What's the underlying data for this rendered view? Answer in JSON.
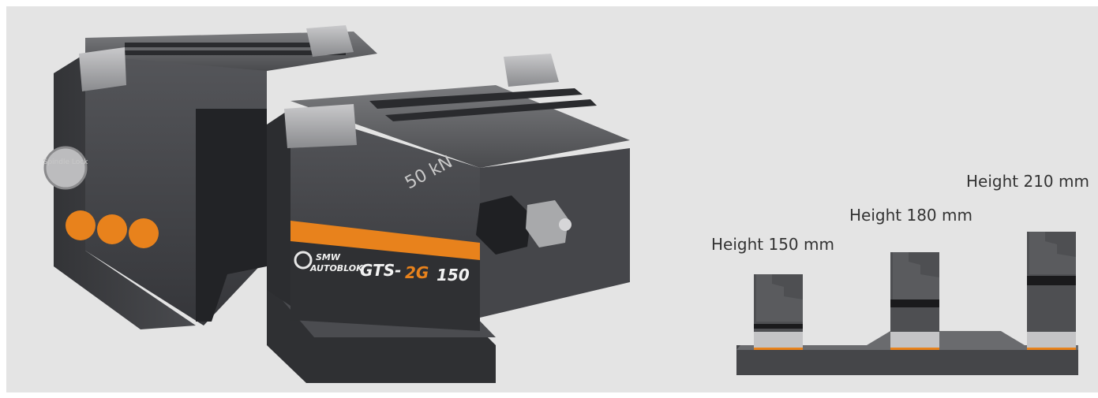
{
  "vise": {
    "force_marking": "50 kN",
    "spindle_lock_label": "Spindle Lock",
    "brand_line1": "SMW",
    "brand_line2": "AUTOBLOK",
    "model_prefix": "GTS-",
    "model_accent": "2G",
    "model_size": "150"
  },
  "height_labels": [
    "Height 150 mm",
    "Height 180 mm",
    "Height 210 mm"
  ],
  "colors": {
    "background": "#e4e4e4",
    "body_dark": "#3c3d40",
    "accent_orange": "#e8821c",
    "label_gray": "#333333"
  }
}
